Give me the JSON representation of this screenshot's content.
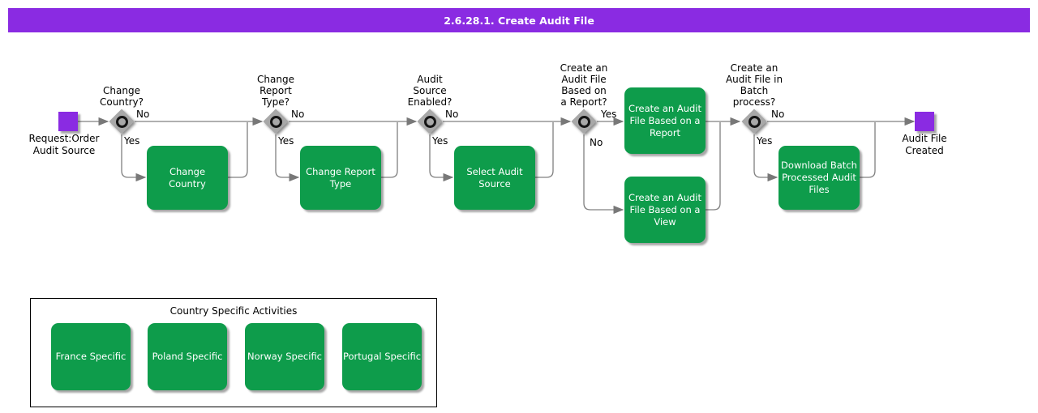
{
  "title_bar": {
    "title": "2.6.28.1. Create Audit File"
  },
  "flow": {
    "start": {
      "label": "Request:Order\nAudit Source"
    },
    "end": {
      "label": "Audit File\nCreated"
    },
    "decisions": [
      {
        "question": "Change\nCountry?",
        "right": "No",
        "down": "Yes"
      },
      {
        "question": "Change\nReport\nType?",
        "right": "No",
        "down": "Yes"
      },
      {
        "question": "Audit\nSource\nEnabled?",
        "right": "No",
        "down": "Yes"
      },
      {
        "question": "Create an\nAudit File\nBased on\na Report?",
        "right": "Yes",
        "down": "No"
      },
      {
        "question": "Create an\nAudit File in\nBatch\nprocess?",
        "right": "No",
        "down": "Yes"
      }
    ],
    "activities": [
      {
        "label": "Change\nCountry"
      },
      {
        "label": "Change Report\nType"
      },
      {
        "label": "Select Audit\nSource"
      },
      {
        "label": "Create an Audit\nFile Based on a\nReport"
      },
      {
        "label": "Create an Audit\nFile Based on a\nView"
      },
      {
        "label": "Download Batch\nProcessed Audit\nFiles"
      }
    ]
  },
  "country_panel": {
    "title": "Country Specific Activities",
    "activities": [
      {
        "label": "France Specific"
      },
      {
        "label": "Poland Specific"
      },
      {
        "label": "Norway Specific"
      },
      {
        "label": "Portugal Specific"
      }
    ]
  },
  "colors": {
    "accent_purple": "#8A2BE2",
    "activity_green": "#0E9C4B",
    "connector_gray": "#808080",
    "decision_gray": "#A8A8A8",
    "title_text": "#FFFFFF"
  }
}
